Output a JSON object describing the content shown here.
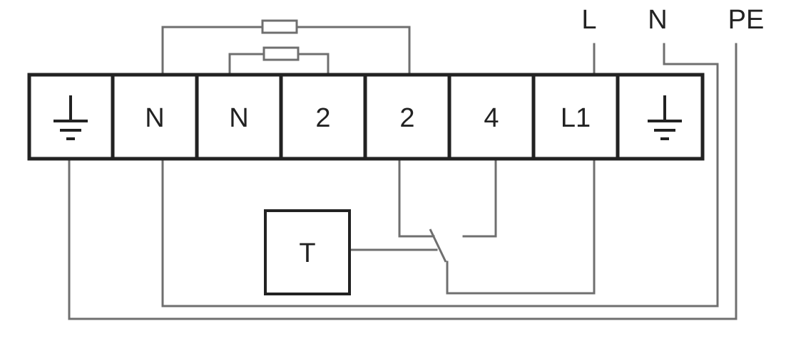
{
  "supply": {
    "L": "L",
    "N": "N",
    "PE": "PE"
  },
  "terminals": [
    {
      "label": "",
      "icon": "ground-icon"
    },
    {
      "label": "N",
      "icon": ""
    },
    {
      "label": "N",
      "icon": ""
    },
    {
      "label": "2",
      "icon": ""
    },
    {
      "label": "2",
      "icon": ""
    },
    {
      "label": "4",
      "icon": ""
    },
    {
      "label": "L1",
      "icon": ""
    },
    {
      "label": "",
      "icon": "ground-icon"
    }
  ],
  "thermostat": {
    "label": "T"
  },
  "colors": {
    "wire": "#6f6f6f",
    "outline": "#222222",
    "background": "#ffffff"
  }
}
